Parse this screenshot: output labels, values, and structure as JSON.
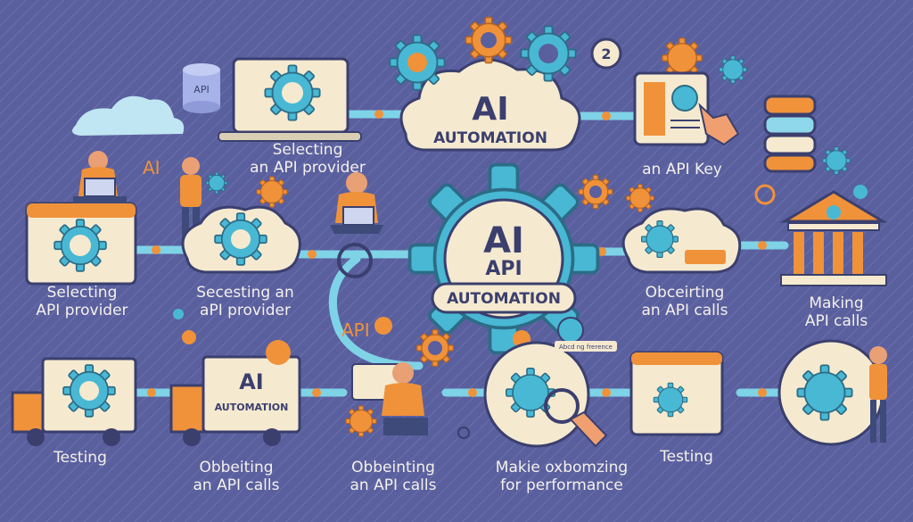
{
  "colors": {
    "background": "#5a5f9e",
    "pipe": "#7fd3e6",
    "gear_blue": "#49b8d4",
    "gear_orange": "#f0923a",
    "cream": "#f5ead0",
    "text": "#f4f1ea"
  },
  "center_badge": {
    "line1": "AI",
    "line2": "API",
    "line3": "AUTOMATION"
  },
  "top_cloud": {
    "line1": "AI",
    "line2": "AUTOMATION"
  },
  "truck_sign": {
    "line1": "AI",
    "line2": "AUTOMATION"
  },
  "small_tags": {
    "api_left": "API",
    "ai_left": "AI",
    "api_db": "API",
    "tiny_banner": "Abcd ng frerence",
    "number_badge": "2"
  },
  "steps": [
    {
      "line1": "Selecting",
      "line2": "an API provider"
    },
    {
      "line1": "an API Key",
      "line2": ""
    },
    {
      "line1": "Selecting",
      "line2": "API provider"
    },
    {
      "line1": "Secesting an",
      "line2": "aPI provider"
    },
    {
      "line1": "Obceirting",
      "line2": "an API calls"
    },
    {
      "line1": "Making",
      "line2": "API calls"
    },
    {
      "line1": "Testing",
      "line2": ""
    },
    {
      "line1": "Obbeiting",
      "line2": "an API calls"
    },
    {
      "line1": "Obbeinting",
      "line2": "an API calls"
    },
    {
      "line1": "Makie oxbomzing",
      "line2": "for performance"
    },
    {
      "line1": "Testing",
      "line2": ""
    }
  ]
}
